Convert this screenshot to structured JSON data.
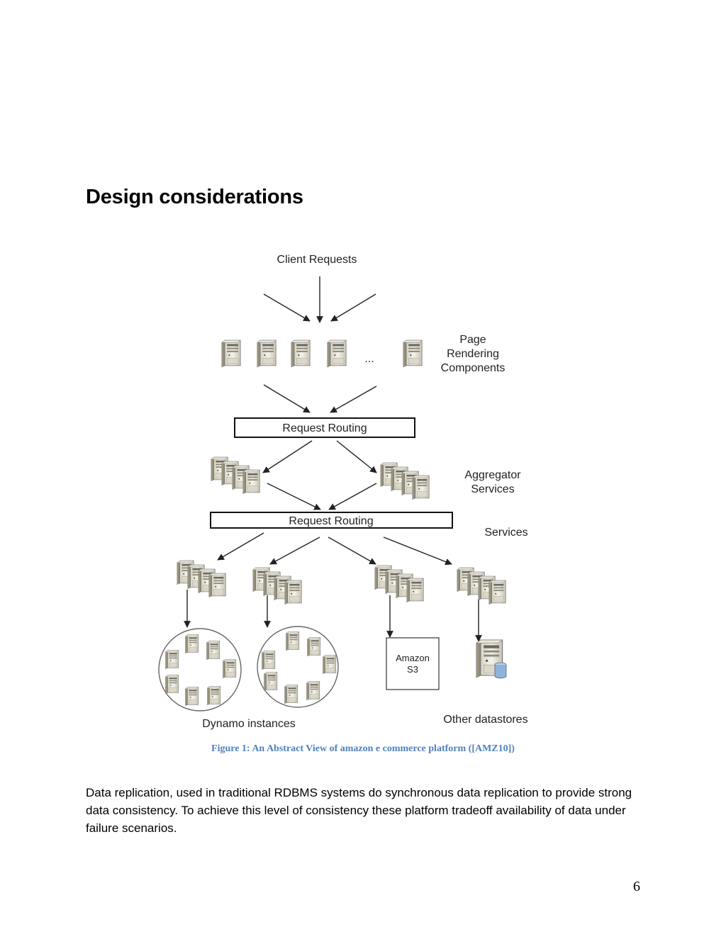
{
  "heading": "Design considerations",
  "figure": {
    "labels": {
      "client_requests": "Client Requests",
      "page_rendering": [
        "Page",
        "Rendering",
        "Components"
      ],
      "ellipsis": "...",
      "request_routing_1": "Request Routing",
      "aggregator": [
        "Aggregator",
        "Services"
      ],
      "request_routing_2": "Request Routing",
      "services": "Services",
      "amazon_s3": [
        "Amazon",
        "S3"
      ],
      "dynamo_instances": "Dynamo instances",
      "other_datastores": "Other datastores"
    },
    "icons": [
      "server-icon",
      "server-stack-icon",
      "database-server-icon",
      "arrow-icon"
    ]
  },
  "caption": "Figure 1: An Abstract View of amazon e commerce platform ([AMZ10])",
  "paragraph": "Data replication, used in traditional RDBMS systems do synchronous data replication to provide strong data consistency. To achieve this level of consistency these platform tradeoff availability of data under failure scenarios.",
  "page_number": "6"
}
